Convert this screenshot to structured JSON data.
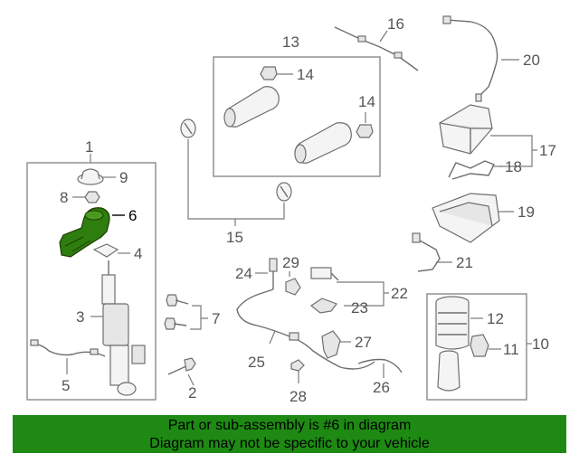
{
  "callouts": {
    "c1": "1",
    "c2": "2",
    "c3": "3",
    "c4": "4",
    "c5": "5",
    "c6": "6",
    "c7": "7",
    "c8": "8",
    "c9": "9",
    "c10": "10",
    "c11": "11",
    "c12": "12",
    "c13": "13",
    "c14a": "14",
    "c14b": "14",
    "c15": "15",
    "c16": "16",
    "c17": "17",
    "c18": "18",
    "c19": "19",
    "c20": "20",
    "c21": "21",
    "c22": "22",
    "c23": "23",
    "c24": "24",
    "c25": "25",
    "c26": "26",
    "c27": "27",
    "c28": "28",
    "c29": "29"
  },
  "highlight": {
    "part_number": "6",
    "color": "#2e7d0f"
  },
  "footer": {
    "line1": "Part or sub-assembly is #6 in diagram",
    "line2": "Diagram may not be specific to your vehicle",
    "background": "#1e8a14"
  }
}
